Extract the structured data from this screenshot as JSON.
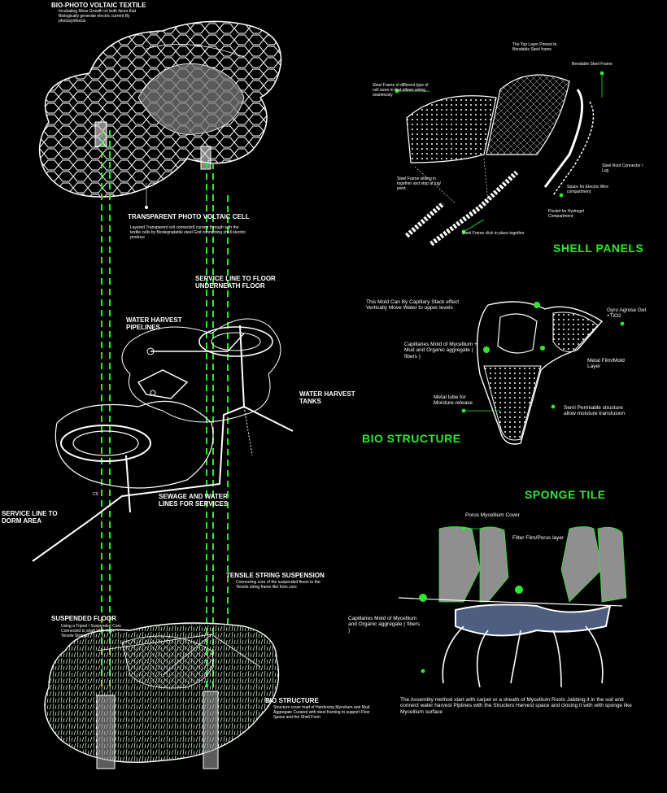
{
  "labels": {
    "bio_photo_title": "BIO-PHOTO VOLTAIC TEXTILE",
    "bio_photo_desc": "Incubating Moss Growth on both faces that Biologically generate electric current By photosynthesis",
    "transparent_title": "TRANSPARENT PHOTO VOLTAIC CELL",
    "transparent_desc": "Layered Transparent cell connected current through with the textile cells by Biodegradable steel Grid connecting shell electric produce",
    "service_floor_title": "SERVICE LINE TO FLOOR UNDERNEATH FLOOR",
    "water_pipes_title": "WATER HARVEST PIPELINES",
    "water_tanks_title": "WATER HARVEST TANKS",
    "sewage_title": "SEWAGE AND WATER LINES FOR SERVICES",
    "service_dorm_title": "SERVICE LINE TO DORM AREA",
    "tensile_title": "TENSILE STRING SUSPENSION",
    "tensile_desc": "Connecting core of the suspended floors to the Tensile string frame like from core",
    "suspended_title": "SUSPENDED FLOOR",
    "suspended_desc": "Using a Tripod / Suspended Core Connected to shaft With High Tensile Strings",
    "bio_structure_small_title": "BIO STRUCTURE",
    "bio_structure_small_desc": "Structure cover mad of Hardening Mycelium and Mud Aggregate Curated with steel framing to support Floor Spans and the Shell Form",
    "cs": "CS"
  },
  "shell_panels": {
    "title": "SHELL  PANELS",
    "top_layer": "The Top Layer Pinned to Bendable Steel frame",
    "bendable": "Bendable Steel Frame",
    "steel_frame_cells": "Steel Frame of different type of cell sizes in that allows wiring seamlessly",
    "steel_roof": "Steel Roof Connector / Lug",
    "space_wire": "Space for Electric Wire compartment",
    "pocket": "Pocket for Hydrogel Compartment",
    "sliding": "Steel Frame sliding in together and stop at lug/ pivot",
    "click": "Steel Frame click in place together"
  },
  "bio_structure": {
    "title": "BIO STRUCTURE",
    "mold": "This Mold Can By Capillary Stack effect Vertically Move Water to upper levels",
    "capillaries": "Capillaries  Mold of Mycellium + Mud  and Organic aggregate ( fibers )",
    "gyro": "Gyro Agrose Gel +TiO2",
    "metal_film": "Metal Film/Mold Layer",
    "metal_tube": "Metal tube for Moisture release",
    "semi": "Semi Permiable structure allow moisture transfusion"
  },
  "sponge_tile": {
    "title": "SPONGE TILE",
    "porus": "Porus Mycellium Cover",
    "filter": "Filter Film/Porus layer",
    "capillaries": "Capillaries  Mold of Mycellium and Organic aggregate ( fibers )",
    "assembly": "The Assembly method start with carpet or a sheath of   Mycellium Roots Jabbing it in the soil and connect water harvest Piplines with the Structers Harvest space and closing it with with sponge like Mycellium surface"
  },
  "colors": {
    "background": "#000000",
    "line": "#ffffff",
    "accent_green": "#2ee82e",
    "soil_grey": "#8f8f8f",
    "water_blue": "#6d86b8"
  }
}
